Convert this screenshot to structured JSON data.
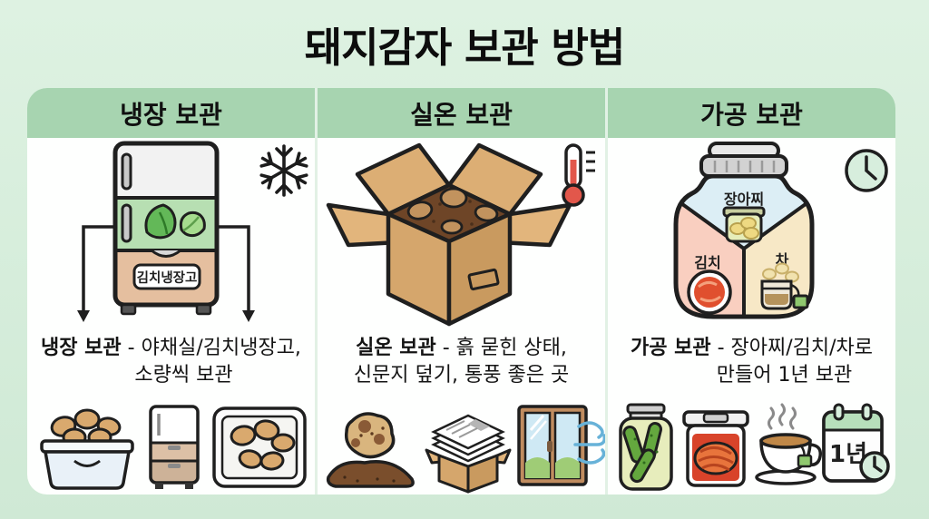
{
  "title": "돼지감자 보관 방법",
  "colors": {
    "background": "#d5eeda",
    "header_band": "#a7d4b0",
    "panel": "#fefffe",
    "outline": "#1f1f1f",
    "thermometer_red": "#e2574b",
    "clock_green": "#d7eedd"
  },
  "columns": [
    {
      "header": "냉장 보관",
      "corner_icon": "snowflake-icon",
      "illustration": "fridge-with-vegetable-drawer-and-down-arrows",
      "fridge_label": "김치냉장고",
      "desc_bold": "냉장 보관",
      "desc_rest": " - 야채실/김치냉장고,",
      "desc_line2": "소량씩 보관",
      "icons": [
        "tuber-bin-icon",
        "mini-fridge-icon",
        "tuber-container-icon"
      ]
    },
    {
      "header": "실온 보관",
      "corner_icon": "thermometer-icon",
      "illustration": "open-cardboard-box-with-soil-covered-tubers",
      "desc_bold": "실온 보관",
      "desc_rest": " - 흙 묻힌 상태,",
      "desc_line2": "신문지 덮기, 통풍 좋은 곳",
      "icons": [
        "soil-tuber-icon",
        "newspaper-box-icon",
        "breeze-window-icon"
      ]
    },
    {
      "header": "가공 보관",
      "corner_icon": "clock-icon",
      "illustration": "jar-divided-into-pickle-kimchi-tea",
      "jar_labels": {
        "top": "장아찌",
        "left": "김치",
        "right": "차"
      },
      "desc_bold": "가공 보관",
      "desc_rest": " - 장아찌/김치/차로",
      "desc_line2": "만들어 1년 보관",
      "calendar_label": "1년",
      "icons": [
        "pickle-jar-icon",
        "kimchi-container-icon",
        "tea-cup-icon",
        "one-year-calendar-icon"
      ]
    }
  ]
}
